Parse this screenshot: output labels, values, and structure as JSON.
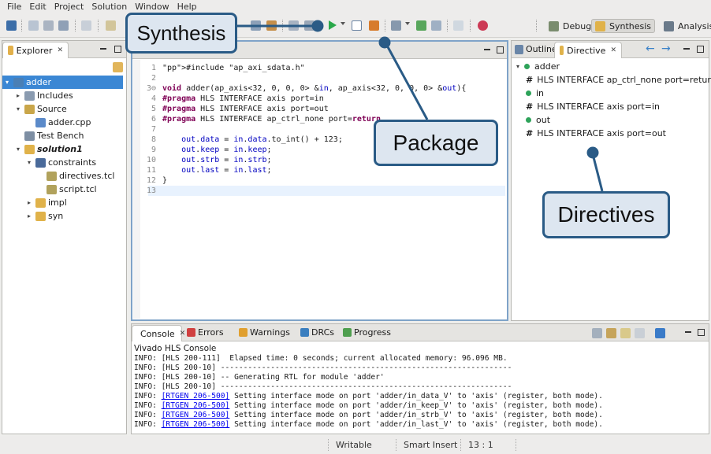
{
  "menubar": [
    "File",
    "Edit",
    "Project",
    "Solution",
    "Window",
    "Help"
  ],
  "perspectives": [
    {
      "label": "Debug",
      "active": false
    },
    {
      "label": "Synthesis",
      "active": true
    },
    {
      "label": "Analysis",
      "active": false
    }
  ],
  "explorer": {
    "tab": "Explorer",
    "tree": [
      {
        "label": "adder",
        "indent": 0,
        "expanded": true,
        "icon": "project-icon"
      },
      {
        "label": "Includes",
        "indent": 1,
        "expanded": false,
        "icon": "includes-icon"
      },
      {
        "label": "Source",
        "indent": 1,
        "expanded": true,
        "icon": "source-folder-icon"
      },
      {
        "label": "adder.cpp",
        "indent": 2,
        "icon": "cpp-file-icon"
      },
      {
        "label": "Test Bench",
        "indent": 1,
        "icon": "testbench-icon"
      },
      {
        "label": "solution1",
        "indent": 1,
        "expanded": true,
        "icon": "solution-icon",
        "bold_italic": true
      },
      {
        "label": "constraints",
        "indent": 2,
        "expanded": true,
        "icon": "constraints-icon"
      },
      {
        "label": "directives.tcl",
        "indent": 3,
        "icon": "tcl-file-icon"
      },
      {
        "label": "script.tcl",
        "indent": 3,
        "icon": "tcl-file-icon"
      },
      {
        "label": "impl",
        "indent": 2,
        "expanded": false,
        "icon": "folder-icon"
      },
      {
        "label": "syn",
        "indent": 2,
        "expanded": false,
        "icon": "folder-icon"
      }
    ]
  },
  "editor": {
    "lines": [
      {
        "n": "1",
        "text": "#include \"ap_axi_sdata.h\""
      },
      {
        "n": "2",
        "text": ""
      },
      {
        "n": "3⊖",
        "text": "void adder(ap_axis<32, 0, 0, 0> &in, ap_axis<32, 0, 0, 0> &out){"
      },
      {
        "n": "4",
        "text": "#pragma HLS INTERFACE axis port=in"
      },
      {
        "n": "5",
        "text": "#pragma HLS INTERFACE axis port=out"
      },
      {
        "n": "6",
        "text": "#pragma HLS INTERFACE ap_ctrl_none port=return"
      },
      {
        "n": "7",
        "text": ""
      },
      {
        "n": "8",
        "text": "    out.data = in.data.to_int() + 123;"
      },
      {
        "n": "9",
        "text": "    out.keep = in.keep;"
      },
      {
        "n": "10",
        "text": "    out.strb = in.strb;"
      },
      {
        "n": "11",
        "text": "    out.last = in.last;"
      },
      {
        "n": "12",
        "text": "}"
      },
      {
        "n": "13",
        "text": ""
      }
    ]
  },
  "right_panel": {
    "tabs": [
      "Outline",
      "Directive"
    ],
    "tree": [
      {
        "label": "adder",
        "type": "root"
      },
      {
        "label": "HLS INTERFACE ap_ctrl_none port=return",
        "type": "directive"
      },
      {
        "label": "in",
        "type": "port"
      },
      {
        "label": "HLS INTERFACE axis port=in",
        "type": "directive"
      },
      {
        "label": "out",
        "type": "port"
      },
      {
        "label": "HLS INTERFACE axis port=out",
        "type": "directive"
      }
    ]
  },
  "console": {
    "tabs": [
      "Console",
      "Errors",
      "Warnings",
      "DRCs",
      "Progress"
    ],
    "header": "Vivado HLS Console",
    "lines": [
      {
        "prefix": "INFO: ",
        "link": "",
        "text": "[HLS 200-111]  Elapsed time: 0 seconds; current allocated memory: 96.096 MB."
      },
      {
        "prefix": "INFO: ",
        "link": "",
        "text": "[HLS 200-10] ----------------------------------------------------------------"
      },
      {
        "prefix": "INFO: ",
        "link": "",
        "text": "[HLS 200-10] -- Generating RTL for module 'adder'"
      },
      {
        "prefix": "INFO: ",
        "link": "",
        "text": "[HLS 200-10] ----------------------------------------------------------------"
      },
      {
        "prefix": "INFO: ",
        "link": "[RTGEN 206-500]",
        "text": " Setting interface mode on port 'adder/in_data_V' to 'axis' (register, both mode)."
      },
      {
        "prefix": "INFO: ",
        "link": "[RTGEN 206-500]",
        "text": " Setting interface mode on port 'adder/in_keep_V' to 'axis' (register, both mode)."
      },
      {
        "prefix": "INFO: ",
        "link": "[RTGEN 206-500]",
        "text": " Setting interface mode on port 'adder/in_strb_V' to 'axis' (register, both mode)."
      },
      {
        "prefix": "INFO: ",
        "link": "[RTGEN 206-500]",
        "text": " Setting interface mode on port 'adder/in_last_V' to 'axis' (register, both mode)."
      }
    ]
  },
  "statusbar": {
    "mode": "Writable",
    "insert": "Smart Insert",
    "position": "13 : 1"
  },
  "callouts": {
    "synthesis": "Synthesis",
    "package": "Package",
    "directives": "Directives"
  },
  "colors": {
    "callout_border": "#2a5b86",
    "callout_fill": "#dde6f0",
    "current_line": "#e8f2fe",
    "keyword": "#7f0055",
    "string": "#2a00ff",
    "link": "#0000ee"
  }
}
